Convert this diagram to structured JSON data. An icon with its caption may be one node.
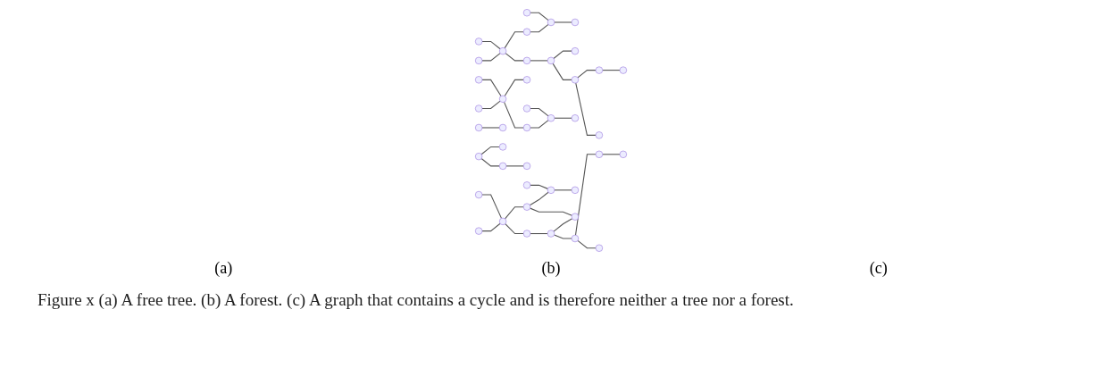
{
  "diagram": {
    "caption": "Figure x (a) A free tree. (b) A forest. (c) A graph that contains a cycle and is therefore neither a tree nor a forest.",
    "nodes": [
      {
        "text": [],
        "shape": "circle"
      },
      {
        "text": [],
        "shape": "circle"
      },
      {
        "text": [],
        "shape": "circle"
      },
      {
        "text": [],
        "shape": "circle"
      },
      {
        "text": [],
        "shape": "circle"
      },
      {
        "text": [],
        "shape": "circle"
      },
      {
        "text": [],
        "shape": "circle"
      },
      {
        "text": [],
        "shape": "circle"
      },
      {
        "text": [],
        "shape": "circle"
      },
      {
        "text": [],
        "shape": "circle"
      },
      {
        "text": [],
        "shape": "circle"
      },
      {
        "text": [],
        "shape": "circle"
      },
      {
        "text": [],
        "shape": "circle"
      },
      {
        "text": [],
        "shape": "circle"
      },
      {
        "text": [],
        "shape": "circle"
      },
      {
        "text": [],
        "shape": "circle"
      },
      {
        "text": [],
        "shape": "circle"
      },
      {
        "text": [],
        "shape": "circle"
      },
      {
        "text": [],
        "shape": "circle"
      },
      {
        "text": [],
        "shape": "circle"
      },
      {
        "text": [],
        "shape": "circle"
      },
      {
        "text": [],
        "shape": "circle"
      },
      {
        "text": [],
        "shape": "circle"
      },
      {
        "text": [],
        "shape": "circle"
      },
      {
        "text": [],
        "shape": "circle"
      },
      {
        "text": [],
        "shape": "circle"
      },
      {
        "text": [],
        "shape": "circle"
      },
      {
        "text": [],
        "shape": "circle"
      },
      {
        "text": [],
        "shape": "circle"
      },
      {
        "text": [],
        "shape": "circle"
      },
      {
        "text": [],
        "shape": "circle"
      },
      {
        "text": [],
        "shape": "circle"
      },
      {
        "text": [],
        "shape": "circle"
      },
      {
        "text": [],
        "shape": "circle"
      },
      {
        "text": [],
        "shape": "circle"
      },
      {
        "text": [],
        "shape": "circle"
      },
      {
        "text": [],
        "shape": "circle"
      },
      {
        "text": [],
        "shape": "circle"
      },
      {
        "text": [],
        "shape": "circle"
      },
      {
        "text": [],
        "shape": "circle"
      },
      {
        "text": [],
        "shape": "circle"
      },
      {
        "text": [],
        "shape": "circle"
      }
    ],
    "edges": [
      {
        "from": 0,
        "to": 2,
        "arrow": "none"
      },
      {
        "from": 1,
        "to": 2,
        "arrow": "none"
      },
      {
        "from": 2,
        "to": 3,
        "arrow": "none"
      },
      {
        "from": 2,
        "to": 4,
        "arrow": "none"
      },
      {
        "from": 4,
        "to": 6,
        "arrow": "none"
      },
      {
        "from": 5,
        "to": 6,
        "arrow": "none"
      },
      {
        "from": 6,
        "to": 7,
        "arrow": "none"
      },
      {
        "from": 3,
        "to": 8,
        "arrow": "none"
      },
      {
        "from": 8,
        "to": 9,
        "arrow": "none"
      },
      {
        "from": 8,
        "to": 10,
        "arrow": "none"
      },
      {
        "from": 10,
        "to": 11,
        "arrow": "none"
      },
      {
        "from": 11,
        "to": 12,
        "arrow": "none"
      },
      {
        "from": 10,
        "to": 13,
        "arrow": "none"
      },
      {
        "from": 14,
        "to": 16,
        "arrow": "none"
      },
      {
        "from": 15,
        "to": 16,
        "arrow": "none"
      },
      {
        "from": 16,
        "to": 17,
        "arrow": "none"
      },
      {
        "from": 16,
        "to": 18,
        "arrow": "none"
      },
      {
        "from": 18,
        "to": 20,
        "arrow": "none"
      },
      {
        "from": 19,
        "to": 20,
        "arrow": "none"
      },
      {
        "from": 20,
        "to": 21,
        "arrow": "none"
      },
      {
        "from": 22,
        "to": 23,
        "arrow": "none"
      },
      {
        "from": 24,
        "to": 25,
        "arrow": "none"
      },
      {
        "from": 24,
        "to": 26,
        "arrow": "none"
      },
      {
        "from": 26,
        "to": 27,
        "arrow": "none"
      },
      {
        "from": 28,
        "to": 30,
        "arrow": "none"
      },
      {
        "from": 29,
        "to": 30,
        "arrow": "none"
      },
      {
        "from": 30,
        "to": 31,
        "arrow": "none"
      },
      {
        "from": 30,
        "to": 32,
        "arrow": "none"
      },
      {
        "from": 32,
        "to": 34,
        "arrow": "none"
      },
      {
        "from": 33,
        "to": 34,
        "arrow": "none"
      },
      {
        "from": 34,
        "to": 35,
        "arrow": "none"
      },
      {
        "from": 31,
        "to": 36,
        "arrow": "none"
      },
      {
        "from": 36,
        "to": 37,
        "arrow": "none"
      },
      {
        "from": 32,
        "to": 37,
        "arrow": "none"
      },
      {
        "from": 36,
        "to": 38,
        "arrow": "none"
      },
      {
        "from": 38,
        "to": 39,
        "arrow": "none"
      },
      {
        "from": 39,
        "to": 40,
        "arrow": "none"
      },
      {
        "from": 38,
        "to": 41,
        "arrow": "none"
      }
    ],
    "labels": [
      "(a)",
      "(b)",
      "(c)"
    ]
  }
}
